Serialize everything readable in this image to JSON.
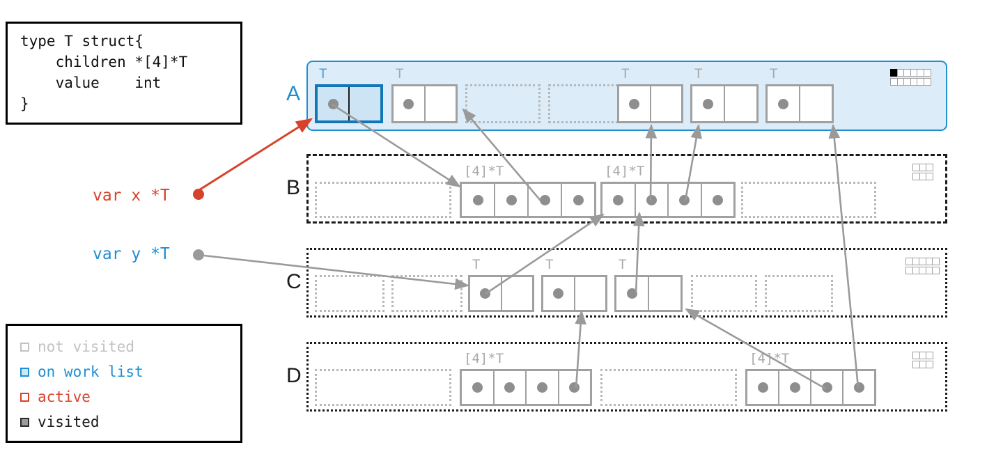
{
  "code_box": {
    "name": "go-struct-definition",
    "text": "type T struct{\n    children *[4]*T\n    value    int\n}"
  },
  "legend": {
    "items": [
      {
        "label": "not visited",
        "state": "not-visited",
        "color": "#c2c2c2"
      },
      {
        "label": "on work list",
        "state": "on-work-list",
        "color": "#1f8fd0"
      },
      {
        "label": "active",
        "state": "active",
        "color": "#d8422a"
      },
      {
        "label": "visited",
        "state": "visited",
        "color": "#1b1b1b"
      }
    ]
  },
  "variables": [
    {
      "name": "var-x",
      "text": "var x *T",
      "color": "#d8422a",
      "state": "active"
    },
    {
      "name": "var-y",
      "text": "var y *T",
      "color": "#1f8fd0",
      "state": "on-work-list"
    }
  ],
  "regions": [
    {
      "letter": "A",
      "letter_color": "#1f8fd0",
      "state": "on-work-list",
      "border_style": "solid-rounded",
      "bitmap": {
        "rows": 2,
        "cols": 6,
        "filled": [
          [
            0,
            0
          ]
        ]
      },
      "slots": [
        {
          "type_tag": "T",
          "kind": "object",
          "fields": 2,
          "dots": [
            0
          ],
          "highlight": "on-work-list",
          "divider": "visited"
        },
        {
          "type_tag": "T",
          "kind": "object",
          "fields": 2,
          "dots": [
            0
          ],
          "highlight": "none"
        },
        {
          "type_tag": "",
          "kind": "free"
        },
        {
          "type_tag": "",
          "kind": "free"
        },
        {
          "type_tag": "T",
          "kind": "object",
          "fields": 2,
          "dots": [
            0
          ],
          "highlight": "none"
        },
        {
          "type_tag": "T",
          "kind": "object",
          "fields": 2,
          "dots": [
            0
          ],
          "highlight": "none"
        },
        {
          "type_tag": "T",
          "kind": "object",
          "fields": 2,
          "dots": [
            0
          ],
          "highlight": "none"
        }
      ]
    },
    {
      "letter": "B",
      "letter_color": "#1b1b1b",
      "state": "not-visited",
      "border_style": "dashed",
      "bitmap": {
        "rows": 2,
        "cols": 3,
        "filled": []
      },
      "slots": [
        {
          "type_tag": "",
          "kind": "free"
        },
        {
          "type_tag": "[4]*T",
          "kind": "array",
          "fields": 4,
          "dots": [
            0,
            1,
            2,
            3
          ]
        },
        {
          "type_tag": "[4]*T",
          "kind": "array",
          "fields": 4,
          "dots": [
            0,
            1,
            2,
            3
          ]
        },
        {
          "type_tag": "",
          "kind": "free"
        }
      ]
    },
    {
      "letter": "C",
      "letter_color": "#1b1b1b",
      "state": "not-visited",
      "border_style": "dotted",
      "bitmap": {
        "rows": 2,
        "cols": 5,
        "filled": []
      },
      "slots": [
        {
          "type_tag": "",
          "kind": "free"
        },
        {
          "type_tag": "",
          "kind": "free"
        },
        {
          "type_tag": "T",
          "kind": "object",
          "fields": 2,
          "dots": [
            0
          ]
        },
        {
          "type_tag": "T",
          "kind": "object",
          "fields": 2,
          "dots": [
            0
          ]
        },
        {
          "type_tag": "T",
          "kind": "object",
          "fields": 2,
          "dots": [
            0
          ]
        },
        {
          "type_tag": "",
          "kind": "free"
        },
        {
          "type_tag": "",
          "kind": "free"
        }
      ]
    },
    {
      "letter": "D",
      "letter_color": "#1b1b1b",
      "state": "not-visited",
      "border_style": "dotted",
      "bitmap": {
        "rows": 2,
        "cols": 3,
        "filled": []
      },
      "slots": [
        {
          "type_tag": "",
          "kind": "free"
        },
        {
          "type_tag": "[4]*T",
          "kind": "array",
          "fields": 4,
          "dots": [
            0,
            1,
            2,
            3
          ]
        },
        {
          "type_tag": "",
          "kind": "free"
        },
        {
          "type_tag": "[4]*T",
          "kind": "array",
          "fields": 4,
          "dots": [
            0,
            1,
            2,
            3
          ]
        }
      ]
    }
  ],
  "colors": {
    "active_red": "#d8422a",
    "work_list_blue": "#1f8fd0",
    "pointer_grey": "#8e8e8e",
    "region_a_fill": "#dcecf8",
    "object_border": "#a0a0a0",
    "free_border": "#b8b8b8"
  },
  "edges": [
    {
      "from": "A0.children",
      "to": "B1",
      "color": "pointer_grey"
    },
    {
      "from": "B1.slot2",
      "to": "A1",
      "color": "pointer_grey"
    },
    {
      "from": "B2.slot1",
      "to": "A4",
      "color": "pointer_grey"
    },
    {
      "from": "B2.slot2",
      "to": "A5",
      "color": "pointer_grey"
    },
    {
      "from": "D3.slot3",
      "to": "A6",
      "color": "pointer_grey"
    },
    {
      "from": "C2.children",
      "to": "B2",
      "color": "pointer_grey"
    },
    {
      "from": "C4.children",
      "to": "B2",
      "color": "pointer_grey"
    },
    {
      "from": "var-y",
      "to": "C2",
      "color": "pointer_grey"
    },
    {
      "from": "var-x",
      "to": "A0",
      "color": "active_red"
    },
    {
      "from": "D1.slot3",
      "to": "C3",
      "color": "pointer_grey"
    },
    {
      "from": "D3.slot2",
      "to": "C4",
      "color": "pointer_grey"
    }
  ]
}
